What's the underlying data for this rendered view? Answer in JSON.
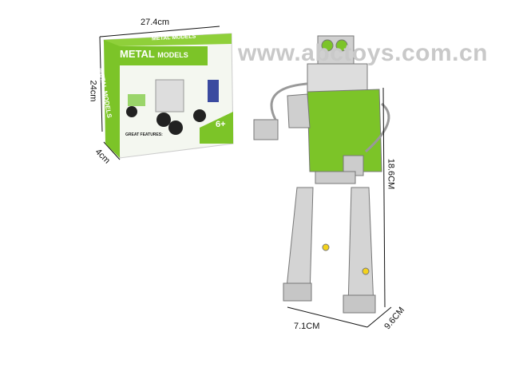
{
  "watermark": "www.abctoys.com.cn",
  "box": {
    "title_main": "METAL",
    "title_sub": "MODELS",
    "top_band": "METAL MODELS",
    "side_text": "METAL MODELS",
    "age_badge": "6+",
    "features_label": "GREAT FEATURES:"
  },
  "dimensions": {
    "box_width": "27.4cm",
    "box_height": "24cm",
    "box_depth": "4cm",
    "model_height": "18.6CM",
    "model_width": "7.1CM",
    "model_depth": "9.6CM"
  },
  "colors": {
    "green": "#7cc428",
    "metal": "#c8c8c8"
  }
}
